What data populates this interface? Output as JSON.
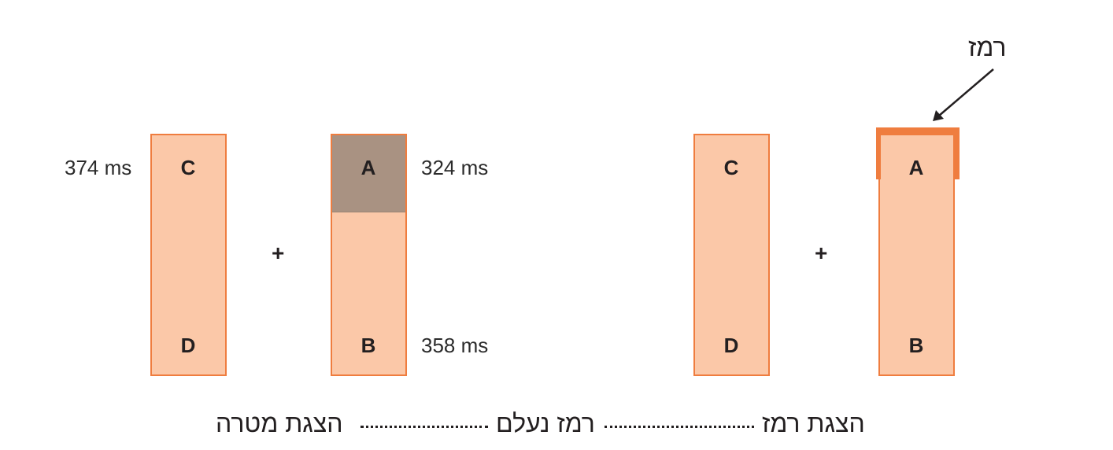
{
  "left_display": {
    "rect_left": {
      "top_letter": "C",
      "bottom_letter": "D"
    },
    "rect_right": {
      "top_letter": "A",
      "bottom_letter": "B"
    },
    "fixation": "+",
    "rt_c": "374 ms",
    "rt_a": "324 ms",
    "rt_b": "358 ms"
  },
  "right_display": {
    "rect_left": {
      "top_letter": "C",
      "bottom_letter": "D"
    },
    "rect_right": {
      "top_letter": "A",
      "bottom_letter": "B"
    },
    "fixation": "+",
    "cue_label": "רמז"
  },
  "timeline": {
    "cue_display": "הצגת רמז",
    "cue_offset": "רמז נעלם",
    "target_display": "הצגת מטרה"
  },
  "colors": {
    "rect_fill": "#fbc8a8",
    "rect_border": "#ef7d3f",
    "target_fill": "#a99282",
    "cue_color": "#ef7d3f"
  }
}
